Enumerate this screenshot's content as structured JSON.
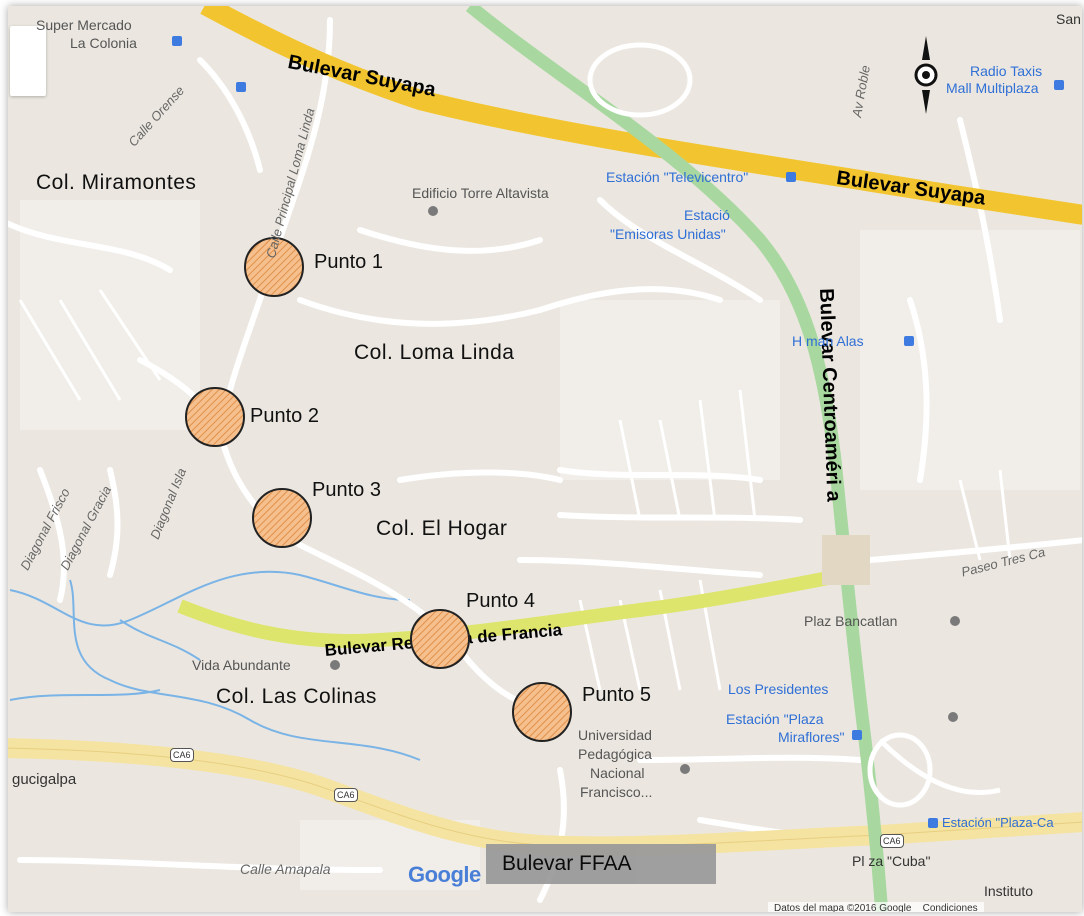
{
  "map": {
    "colors": {
      "land": "#ebe7e0",
      "road": "#ffffff",
      "highway": "#f2c530",
      "transit_line": "#a8d8a0",
      "blvd_francia": "#dde56d",
      "freeway": "#f5e3a2",
      "river": "#7ab3e6",
      "punto_fill": "#f5c08e",
      "punto_stroke": "#222222"
    },
    "neighborhoods": {
      "miramontes": "Col. Miramontes",
      "loma_linda": "Col. Loma Linda",
      "el_hogar": "Col. El Hogar",
      "las_colinas": "Col. Las Colinas"
    },
    "points": [
      {
        "label": "Punto 1"
      },
      {
        "label": "Punto 2"
      },
      {
        "label": "Punto 3"
      },
      {
        "label": "Punto 4"
      },
      {
        "label": "Punto 5"
      }
    ],
    "boulevards": {
      "suyapa_1": "Bulevar Suyapa",
      "suyapa_2": "Bulevar Suyapa",
      "centroamerica": "Bulevar Centroaméri a",
      "francia": "Bulevar República de Francia",
      "ffaa": "Bulevar FFAA"
    },
    "streets": {
      "principal": "Calle Principal Loma Linda",
      "orense": "Calle Orense",
      "av_roble": "Av Roble",
      "frisco": "Diagonal Frisco",
      "gracia": "Diagonal Gracia",
      "isla": "Diagonal Isla",
      "amapala": "Calle Amapala",
      "paseo": "Paseo Tres Ca"
    },
    "pois": {
      "super_mercado_1": "Super Mercado",
      "super_mercado_2": "La Colonia",
      "torre": "Edificio Torre Altavista",
      "est_televicentro": "Estación \"Televicentro\"",
      "est_emisoras_1": "Estació",
      "est_emisoras_2": "\"Emisoras Unidas\"",
      "radio_taxis_1": "Radio Taxis",
      "radio_taxis_2": "Mall Multiplaza",
      "honduras_alas": "H    man Alas",
      "plaza_bancatlan": "Plaz  Bancatlan",
      "vida_abundante": "Vida Abundante",
      "los_presidentes": "Los Presidentes",
      "est_miraflores_1": "Estación \"Plaza",
      "est_miraflores_2": "Miraflores\"",
      "upn_1": "Universidad",
      "upn_2": "Pedagógica",
      "upn_3": "Nacional",
      "upn_4": "Francisco...",
      "tegucigalpa": "gucigalpa",
      "est_plaza_ca": "Estación \"Plaza-Ca",
      "plaza_cuba": "Pl  za \"Cuba\"",
      "instituto": "Instituto",
      "san": "San"
    },
    "shields": [
      "CA6",
      "CA6",
      "CA6"
    ],
    "google_logo": "Google",
    "footer": {
      "attribution": "Datos del mapa ©2016 Google",
      "terms": "Condiciones"
    }
  }
}
